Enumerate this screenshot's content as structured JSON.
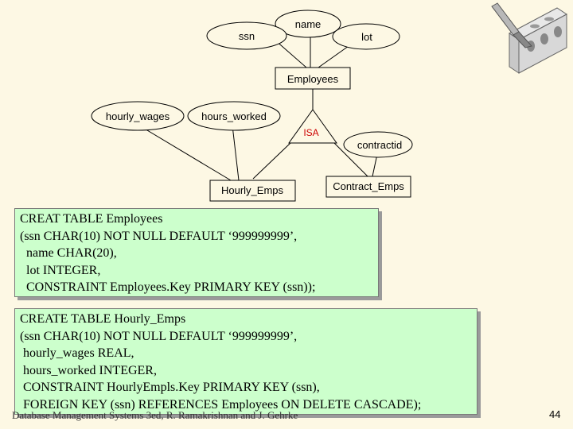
{
  "slide": {
    "footer": "Database Management Systems 3ed, R. Ramakrishnan and J. Gehrke",
    "page_number": "44"
  },
  "er": {
    "attributes": {
      "name": "name",
      "ssn": "ssn",
      "lot": "lot",
      "hourly_wages": "hourly_wages",
      "hours_worked": "hours_worked",
      "contractid": "contractid"
    },
    "entities": {
      "employees": "Employees",
      "hourly_emps": "Hourly_Emps",
      "contract_emps": "Contract_Emps"
    },
    "isa": "ISA"
  },
  "sql": {
    "employees_lines": [
      "CREAT TABLE Employees",
      "(ssn CHAR(10) NOT NULL DEFAULT ‘999999999’,",
      "  name CHAR(20),",
      "  lot INTEGER,",
      "  CONSTRAINT Employees.Key PRIMARY KEY (ssn));"
    ],
    "hourly_lines": [
      "CREATE TABLE Hourly_Emps",
      "(ssn CHAR(10) NOT NULL DEFAULT ‘999999999’,",
      " hourly_wages REAL,",
      " hours_worked INTEGER,",
      " CONSTRAINT HourlyEmpls.Key PRIMARY KEY (ssn),",
      " FOREIGN KEY (ssn) REFERENCES Employees ON DELETE CASCADE);"
    ]
  },
  "colors": {
    "background": "#fdf8e4",
    "code_box": "#ccffcc",
    "isa_text": "#cc0000"
  },
  "icons": {
    "decoration": "brick-and-trowel-icon"
  }
}
